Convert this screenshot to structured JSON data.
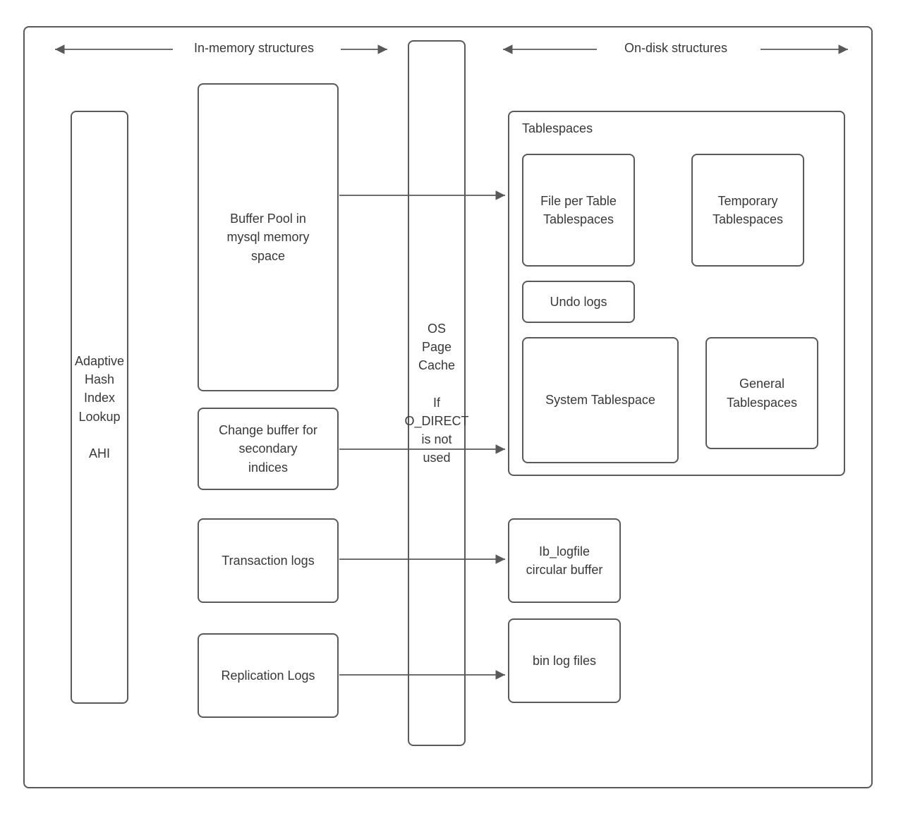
{
  "headers": {
    "in_memory": "In-memory structures",
    "on_disk": "On-disk structures"
  },
  "nodes": {
    "adaptive_hash": "Adaptive\nHash\nIndex\nLookup\n\nAHI",
    "buffer_pool": "Buffer Pool in\nmysql memory\nspace",
    "change_buffer": "Change buffer for\nsecondary\nindices",
    "transaction_logs": "Transaction logs",
    "replication_logs": "Replication Logs",
    "os_page_cache": "OS\nPage\nCache\n\nIf\nO_DIRECT\nis not\nused",
    "tablespaces_title": "Tablespaces",
    "file_per_table": "File per Table\nTablespaces",
    "temporary_tablespaces": "Temporary\nTablespaces",
    "undo_logs": "Undo logs",
    "system_tablespace": "System Tablespace",
    "general_tablespaces": "General\nTablespaces",
    "ib_logfile": "Ib_logfile\ncircular buffer",
    "bin_log_files": "bin log files"
  },
  "colors": {
    "border": "#595959",
    "arrow": "#595959",
    "text": "#383838",
    "background": "#ffffff"
  }
}
